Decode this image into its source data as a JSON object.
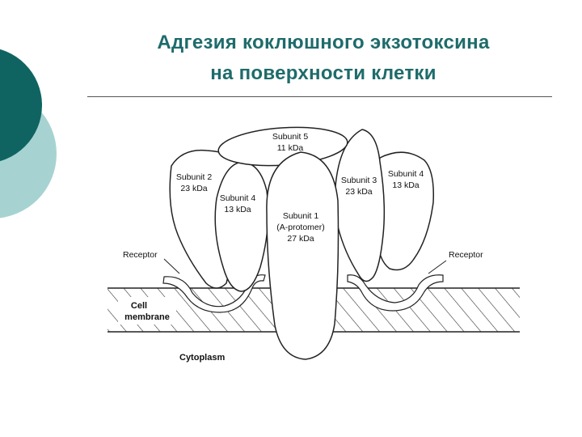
{
  "slide": {
    "title_line1": "Адгезия коклюшного экзотоксина",
    "title_line2": "на поверхности клетки",
    "colors": {
      "title": "#1f6b6b",
      "circle_dark": "#0f6462",
      "circle_light": "#a6d3d1"
    }
  },
  "diagram": {
    "subunit5": {
      "name": "Subunit 5",
      "mass": "11 kDa"
    },
    "subunit2": {
      "name": "Subunit 2",
      "mass": "23 kDa"
    },
    "subunit4_left": {
      "name": "Subunit 4",
      "mass": "13 kDa"
    },
    "subunit1": {
      "name": "Subunit 1",
      "note": "(A-protomer)",
      "mass": "27 kDa"
    },
    "subunit3": {
      "name": "Subunit 3",
      "mass": "23 kDa"
    },
    "subunit4_right": {
      "name": "Subunit 4",
      "mass": "13 kDa"
    },
    "receptor_left": "Receptor",
    "receptor_right": "Receptor",
    "cell_membrane_line1": "Cell",
    "cell_membrane_line2": "membrane",
    "cytoplasm": "Cytoplasm"
  }
}
